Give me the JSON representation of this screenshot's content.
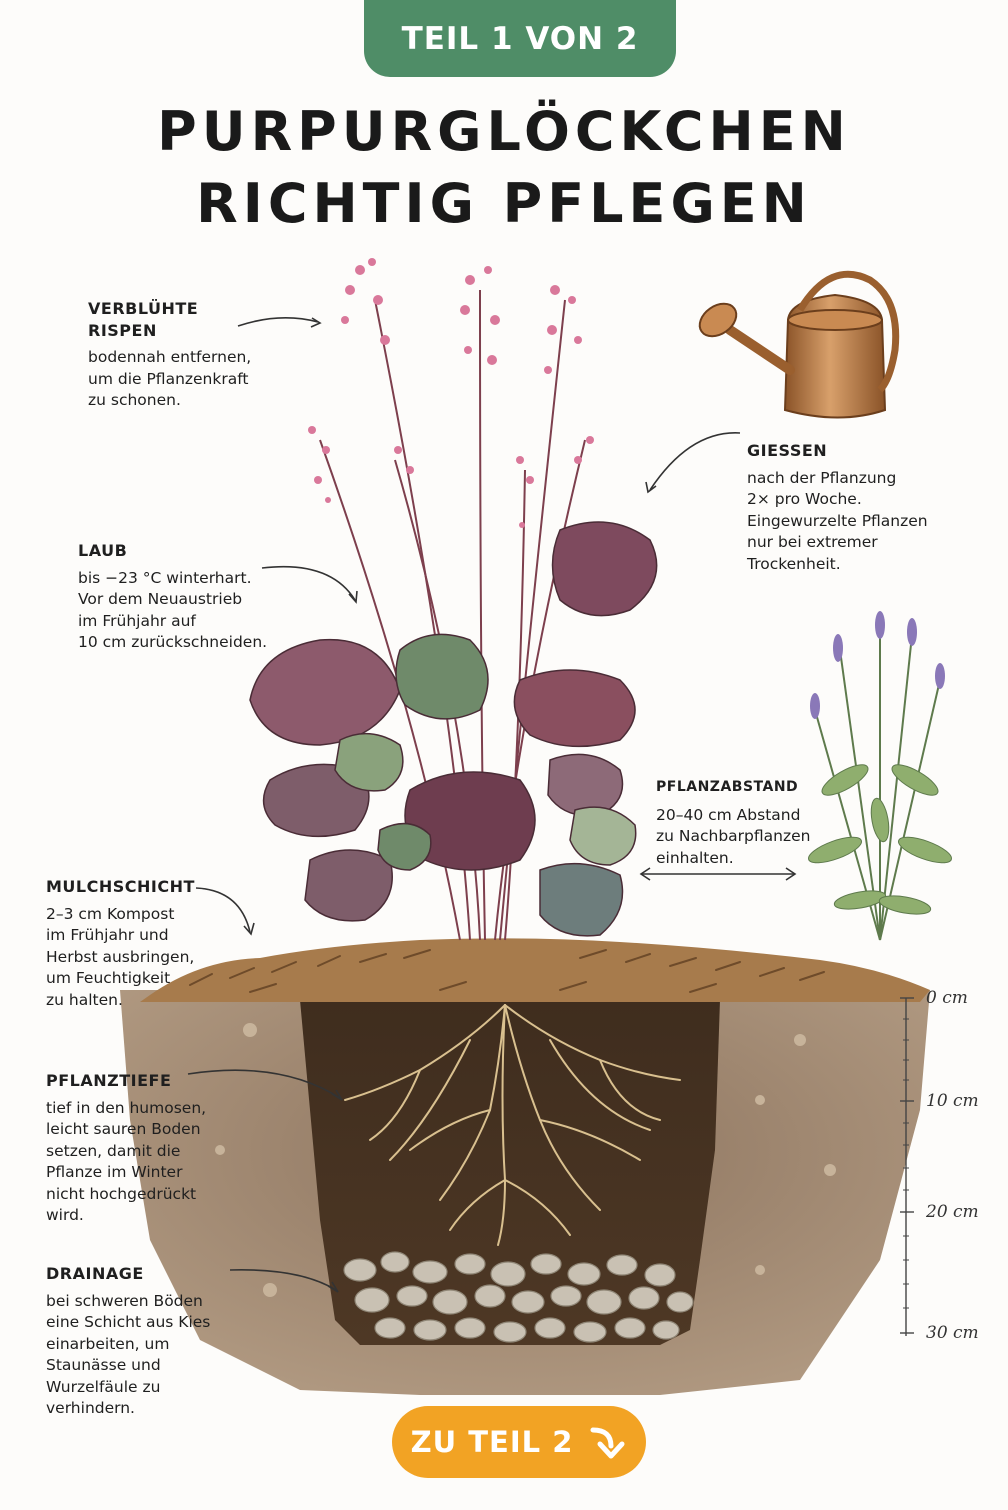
{
  "header": {
    "part_label": "TEIL 1 VON 2",
    "title_line1": "PURPURGLÖCKCHEN",
    "title_line2": "RICHTIG PFLEGEN"
  },
  "annotations": {
    "rispen": {
      "title": "VERBLÜHTE\nRISPEN",
      "text": "bodennah entfernen,\num die Pflanzenkraft\nzu schonen."
    },
    "giessen": {
      "title": "GIESSEN",
      "text": "nach der Pflanzung\n2× pro Woche.\nEingewurzelte Pflanzen\nnur bei extremer\nTrockenheit."
    },
    "laub": {
      "title": "LAUB",
      "text": "bis −23 °C winterhart.\nVor dem Neuaustrieb\nim Frühjahr auf\n10 cm zurückschneiden."
    },
    "pflanzabstand": {
      "title": "PFLANZABSTAND",
      "text": "20–40 cm Abstand\nzu Nachbarpflanzen\neinhalten."
    },
    "mulchschicht": {
      "title": "MULCHSCHICHT",
      "text": "2–3 cm Kompost\nim Frühjahr und\nHerbst ausbringen,\num Feuchtigkeit\nzu halten."
    },
    "pflanztiefe": {
      "title": "PFLANZTIEFE",
      "text": "tief in den humosen,\nleicht sauren Boden\nsetzen, damit die\nPflanze im Winter\nnicht hochgedrückt\nwird."
    },
    "drainage": {
      "title": "DRAINAGE",
      "text": "bei schweren Böden\neine Schicht aus Kies\neinarbeiten, um\nStaunässe und\nWurzelfäule zu\nverhindern."
    }
  },
  "depth_scale": [
    "0 cm",
    "10 cm",
    "20 cm",
    "30 cm"
  ],
  "cta": {
    "label": "ZU TEIL 2",
    "icon": "arrow-down-right-icon"
  },
  "colors": {
    "part_tab": "#4f8d67",
    "cta": "#f2a324",
    "foliage_purple": "#7e4a5e",
    "foliage_green": "#6f8a6a",
    "soil": "#5a4430",
    "mulch": "#a77b4c",
    "watering_can": "#b3753f",
    "lavender": "#8a78b8"
  }
}
